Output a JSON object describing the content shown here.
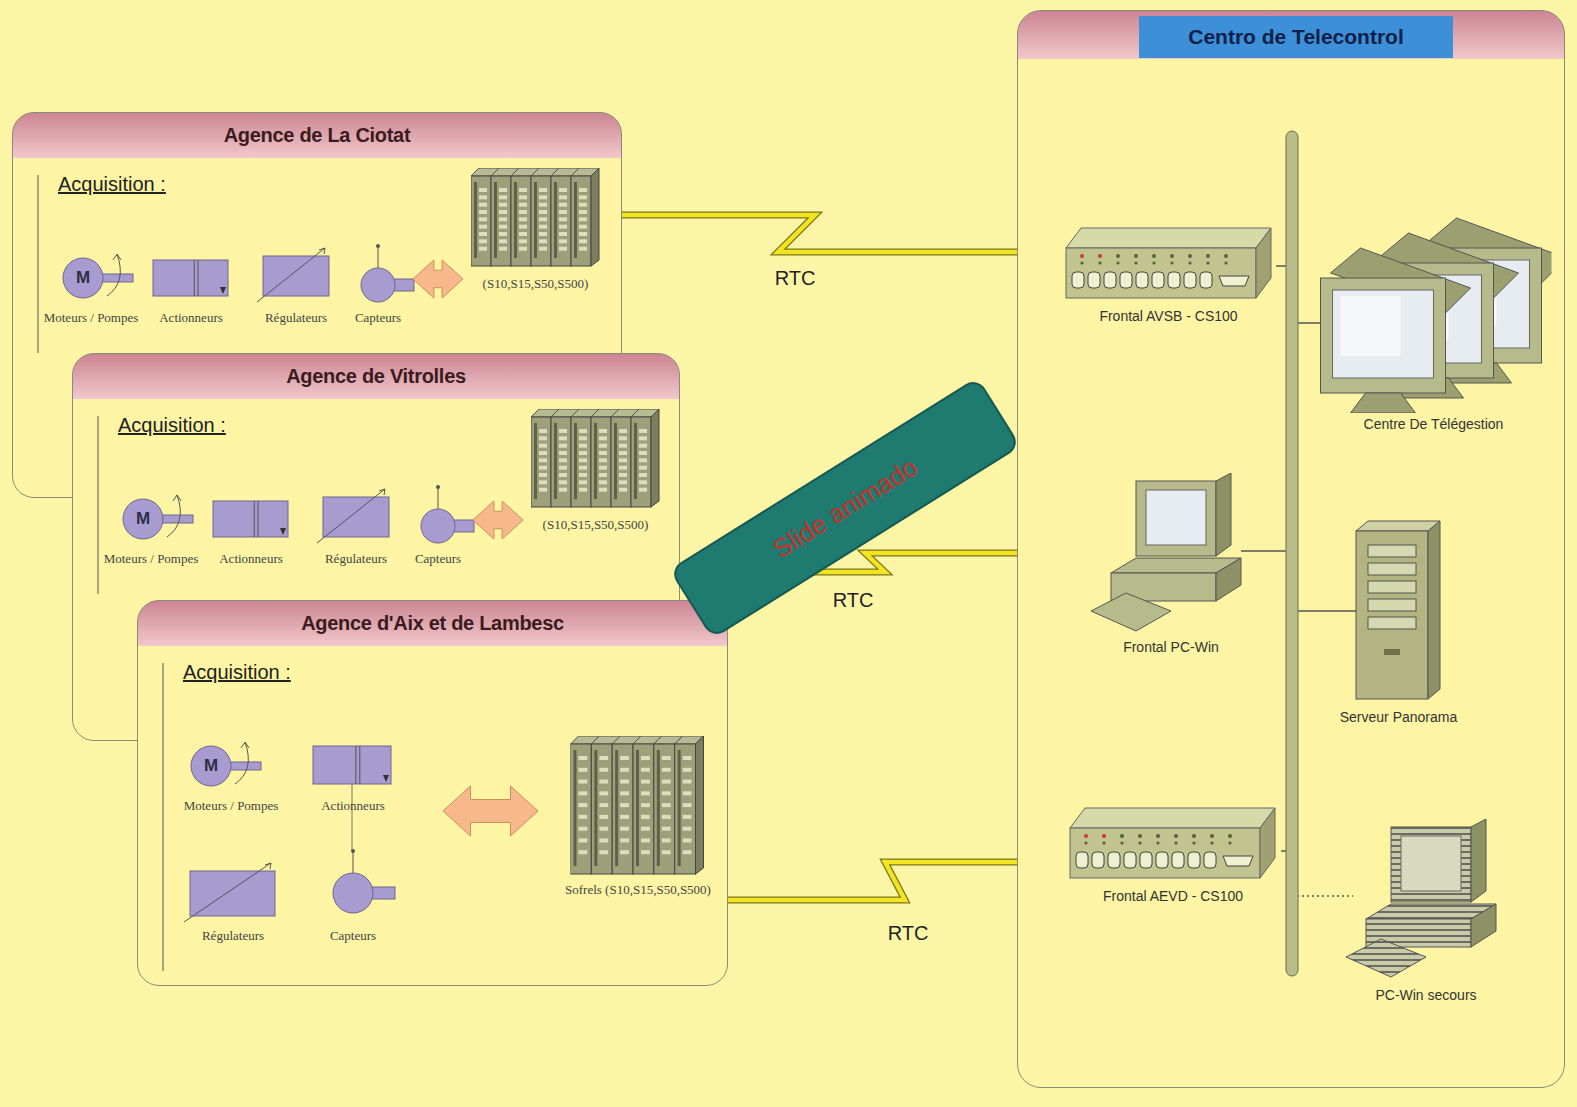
{
  "diagram": {
    "nodes": [
      {
        "text": [
          "Agence de La Ciotat",
          "Acquisition :"
        ]
      },
      {
        "text": [
          "(S10,S15,S50,S500)"
        ],
        "in": 0
      },
      {
        "text": [
          "Agence de Vitrolles",
          "Acquisition :"
        ]
      },
      {
        "text": [
          "(S10,S15,S50,S500)"
        ],
        "in": 2
      },
      {
        "text": [
          "Agence d'Aix et de Lambesc",
          "Acquisition :"
        ]
      },
      {
        "text": [
          "Sofrels (S10,S15,S50,S500)"
        ],
        "in": 4
      },
      {
        "text": [
          "Centro de Telecontrol"
        ]
      },
      {
        "text": [
          "Frontal AVSB - CS100"
        ],
        "in": 6
      },
      {
        "text": [
          "Centre De Télégestion"
        ],
        "in": 6
      },
      {
        "text": [
          "Frontal PC-Win"
        ],
        "in": 6
      },
      {
        "text": [
          "Serveur Panorama"
        ],
        "in": 6
      },
      {
        "text": [
          "Frontal AEVD - CS100"
        ],
        "in": 6
      },
      {
        "text": [
          "PC-Win secours"
        ],
        "in": 6
      }
    ],
    "edges": [
      {
        "from": 0,
        "to": 7,
        "label": "RTC",
        "arrow": "none"
      },
      {
        "from": 2,
        "to": 9,
        "label": "RTC",
        "arrow": "none"
      },
      {
        "from": 4,
        "to": 11,
        "label": "RTC",
        "arrow": "none"
      }
    ],
    "labels": [
      "M",
      "Moteurs / Pompes",
      "Actionneurs",
      "Régulateurs",
      "Capteurs",
      "M",
      "Moteurs / Pompes",
      "Actionneurs",
      "Régulateurs",
      "Capteurs",
      "M",
      "Moteurs / Pompes",
      "Actionneurs",
      "Régulateurs",
      "Capteurs",
      "Slide animado"
    ]
  }
}
